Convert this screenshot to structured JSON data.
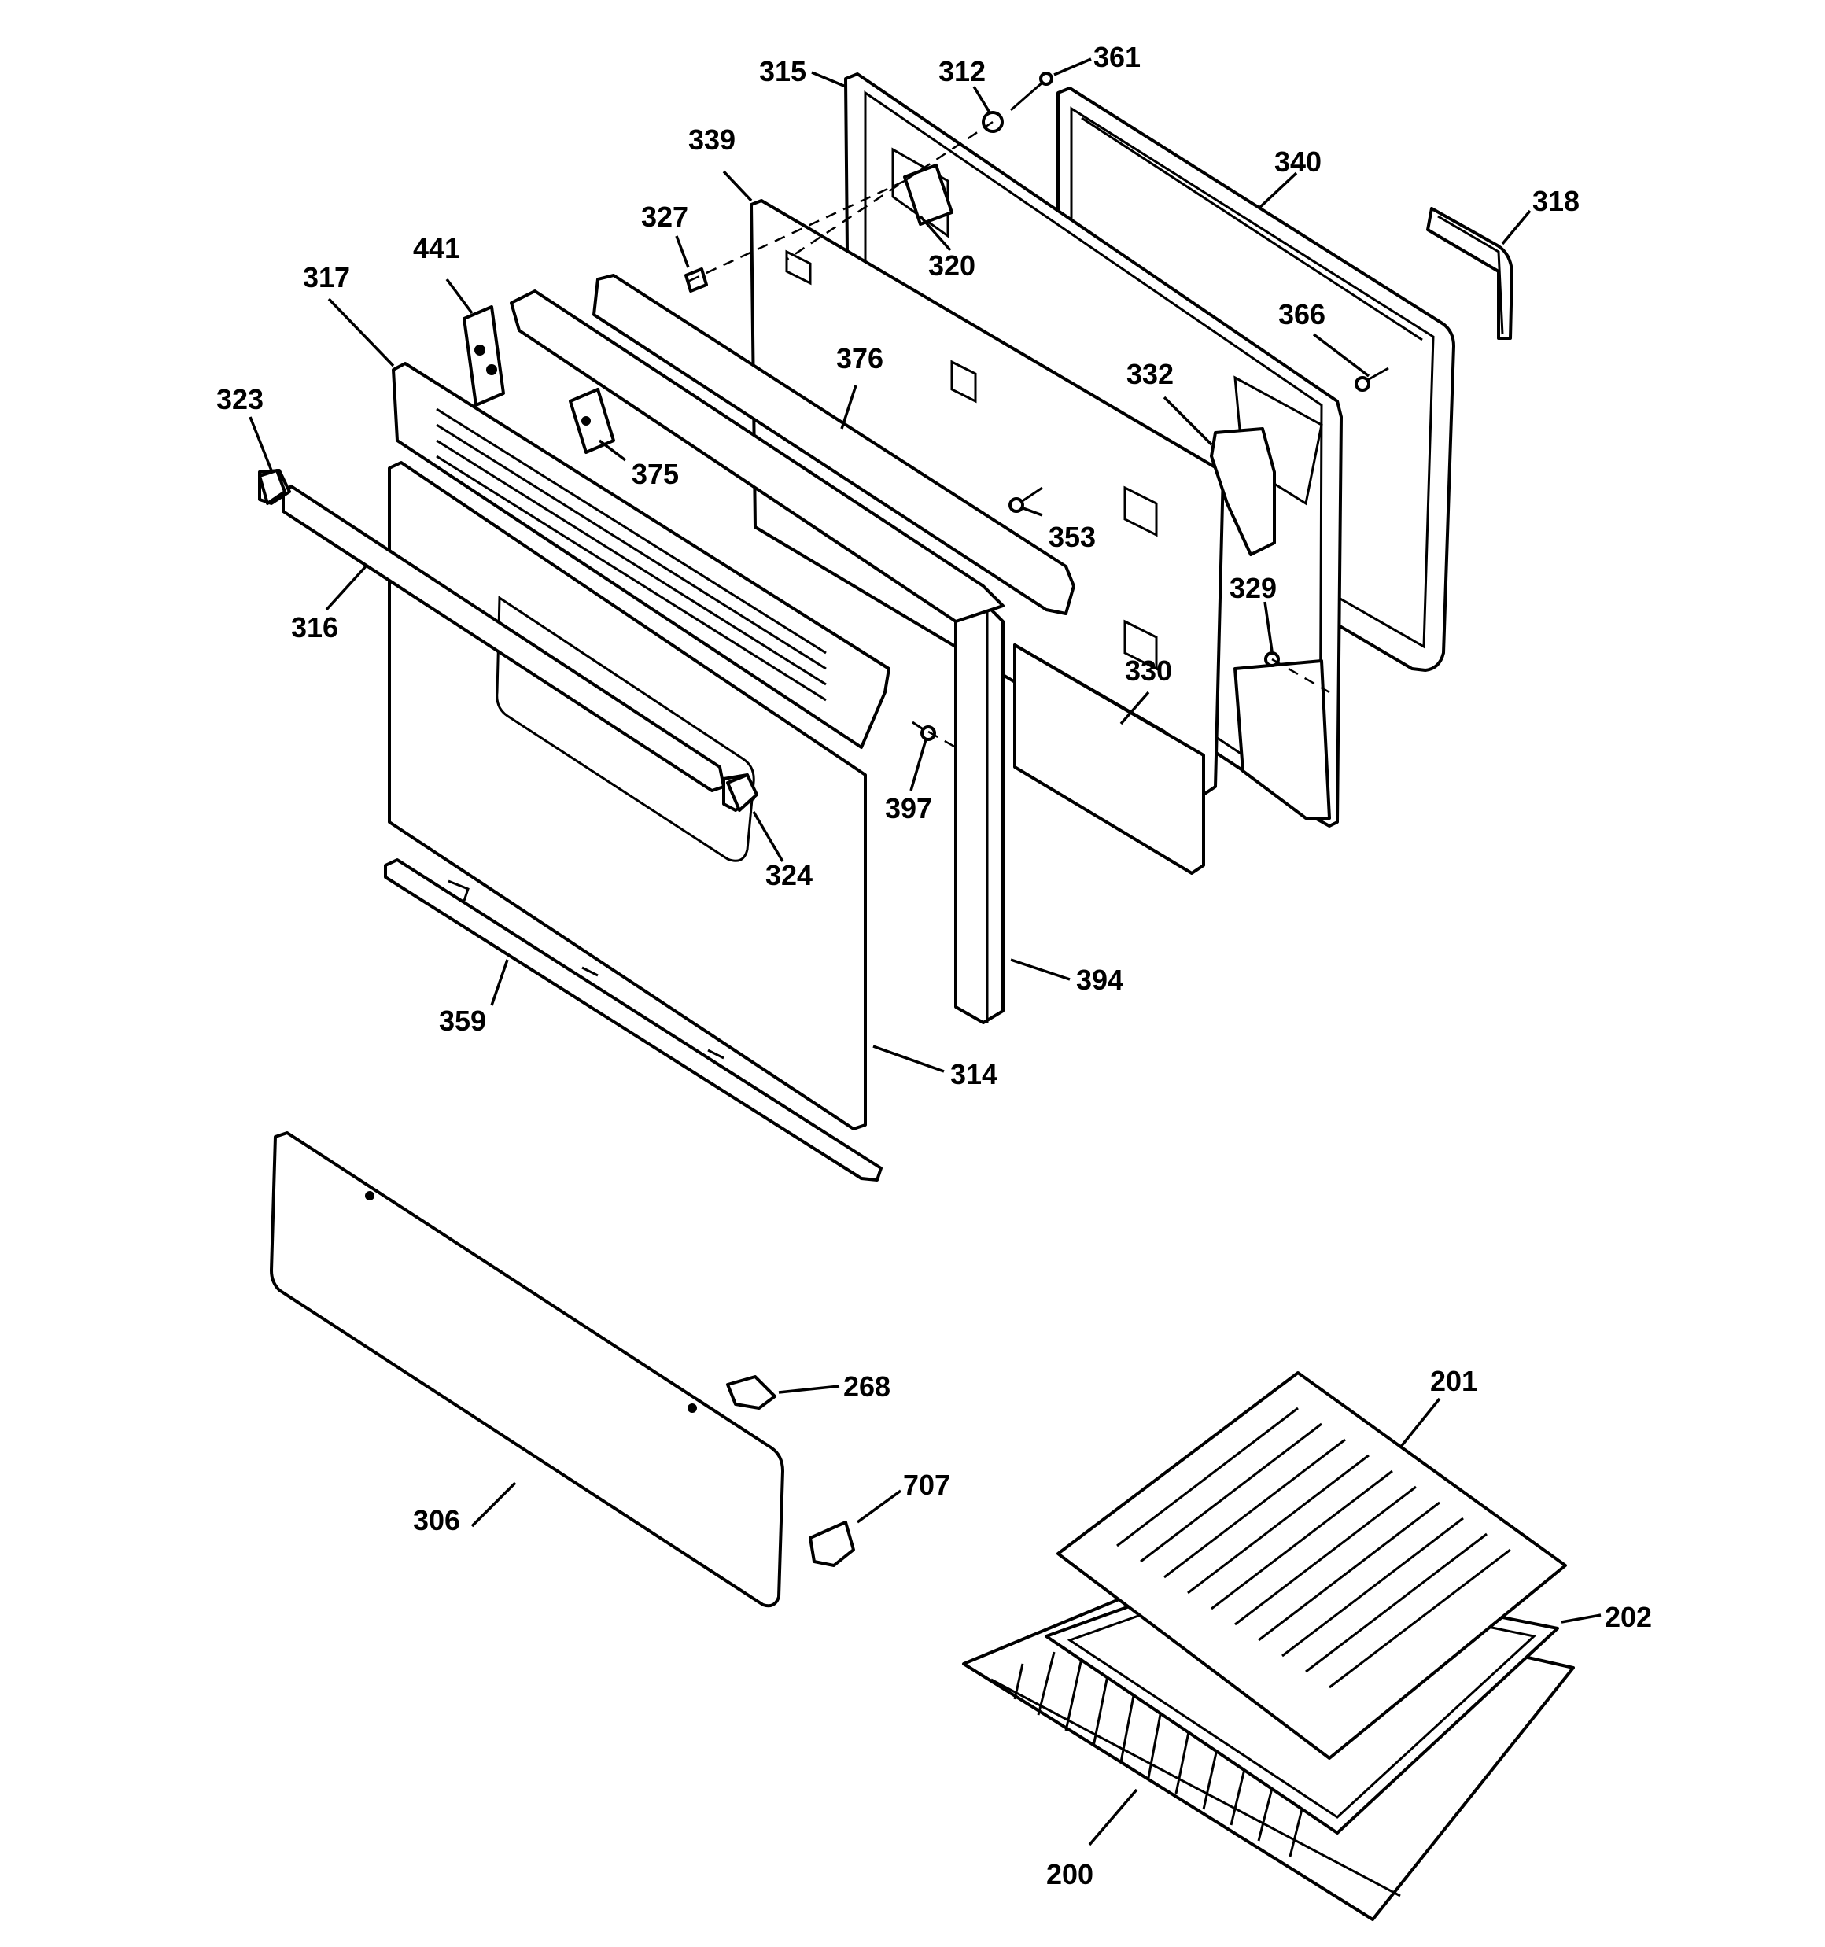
{
  "diagram": {
    "callouts": [
      "315",
      "312",
      "361",
      "339",
      "340",
      "318",
      "327",
      "320",
      "441",
      "317",
      "376",
      "366",
      "332",
      "323",
      "375",
      "353",
      "316",
      "329",
      "330",
      "397",
      "324",
      "394",
      "359",
      "314",
      "268",
      "306",
      "707",
      "201",
      "202",
      "200"
    ]
  }
}
